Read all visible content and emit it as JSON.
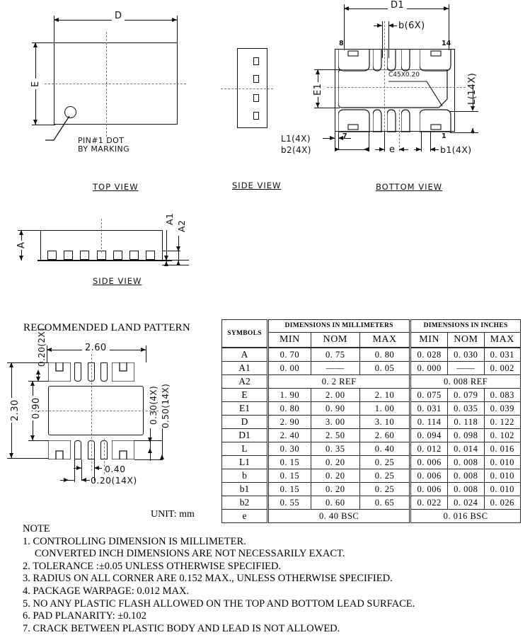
{
  "views": {
    "top_view": {
      "caption": "TOP  VIEW",
      "dim_width": "D",
      "dim_height": "E",
      "callout_line1": "PIN#1 DOT",
      "callout_line2": "BY MARKING"
    },
    "side_view_right": {
      "caption": "SIDE  VIEW"
    },
    "bottom_view": {
      "caption": "BOTTOM  VIEW",
      "dim_d1": "D1",
      "dim_e1": "E1",
      "dim_b6x": "b(6X)",
      "dim_l14x": "L(14X)",
      "dim_l1_4x": "L1(4X)",
      "dim_b2_4x": "b2(4X)",
      "dim_b1_4x": "b1(4X)",
      "dim_e": "e",
      "chamfer_note": "C45X0.20",
      "pin_8": "8",
      "pin_14": "14",
      "pin_7": "7",
      "pin_1": "1"
    },
    "side_view_bottom": {
      "caption": "SIDE  VIEW",
      "dim_a": "A",
      "dim_a1": "A1",
      "dim_a2": "A2"
    },
    "land_pattern": {
      "title": "RECOMMENDED LAND PATTERN",
      "dim_width": "2.60",
      "dim_height": "2.30",
      "dim_inner_height": "0.90",
      "dim_top_gap": "0.20(2X)",
      "dim_pitch": "0.40",
      "dim_pad_width": "0.20(14X)",
      "dim_pad_len_4x": "0.30(4X)",
      "dim_pad_len_14x": "0.50(14X)"
    }
  },
  "unit_label": "UNIT: mm",
  "table": {
    "symbols_header": "SYMBOLS",
    "group_headers": [
      "DIMENSIONS IN MILLIMETERS",
      "DIMENSIONS IN INCHES"
    ],
    "sub_headers": [
      "MIN",
      "NOM",
      "MAX"
    ],
    "rows": [
      {
        "symbol": "A",
        "mm": [
          "0. 70",
          "0. 75",
          "0. 80"
        ],
        "in": [
          "0. 028",
          "0. 030",
          "0. 031"
        ]
      },
      {
        "symbol": "A1",
        "mm": [
          "0. 00",
          "——",
          "0. 05"
        ],
        "in": [
          "0. 000",
          "——",
          "0. 002"
        ]
      },
      {
        "symbol": "A2",
        "mm_span": "0. 2  REF",
        "in_span": "0. 008  REF"
      },
      {
        "symbol": "E",
        "mm": [
          "1. 90",
          "2. 00",
          "2. 10"
        ],
        "in": [
          "0. 075",
          "0. 079",
          "0. 083"
        ]
      },
      {
        "symbol": "E1",
        "mm": [
          "0. 80",
          "0. 90",
          "1. 00"
        ],
        "in": [
          "0. 031",
          "0. 035",
          "0. 039"
        ]
      },
      {
        "symbol": "D",
        "mm": [
          "2. 90",
          "3. 00",
          "3. 10"
        ],
        "in": [
          "0. 114",
          "0. 118",
          "0. 122"
        ]
      },
      {
        "symbol": "D1",
        "mm": [
          "2. 40",
          "2. 50",
          "2. 60"
        ],
        "in": [
          "0. 094",
          "0. 098",
          "0. 102"
        ]
      },
      {
        "symbol": "L",
        "mm": [
          "0. 30",
          "0. 35",
          "0. 40"
        ],
        "in": [
          "0. 012",
          "0. 014",
          "0. 016"
        ]
      },
      {
        "symbol": "L1",
        "mm": [
          "0. 15",
          "0. 20",
          "0. 25"
        ],
        "in": [
          "0. 006",
          "0. 008",
          "0. 010"
        ]
      },
      {
        "symbol": "b",
        "mm": [
          "0. 15",
          "0. 20",
          "0. 25"
        ],
        "in": [
          "0. 006",
          "0. 008",
          "0. 010"
        ]
      },
      {
        "symbol": "b1",
        "mm": [
          "0. 15",
          "0. 20",
          "0. 25"
        ],
        "in": [
          "0. 006",
          "0. 008",
          "0. 010"
        ]
      },
      {
        "symbol": "b2",
        "mm": [
          "0. 55",
          "0. 60",
          "0. 65"
        ],
        "in": [
          "0. 022",
          "0. 024",
          "0. 026"
        ]
      },
      {
        "symbol": "e",
        "mm_span": "0. 40  BSC",
        "in_span": "0. 016  BSC"
      }
    ]
  },
  "notes": {
    "heading": "NOTE",
    "items": [
      "1. CONTROLLING DIMENSION IS MILLIMETER.",
      "CONVERTED INCH DIMENSIONS ARE NOT NECESSARILY EXACT.",
      "2. TOLERANCE :±0.05 UNLESS OTHERWISE SPECIFIED.",
      "3. RADIUS ON ALL CORNER ARE 0.152 MAX., UNLESS OTHERWISE SPECIFIED.",
      "4. PACKAGE WARPAGE: 0.012 MAX.",
      "5. NO ANY PLASTIC FLASH ALLOWED ON THE TOP AND BOTTOM LEAD SURFACE.",
      "6. PAD PLANARITY: ±0.102",
      "7. CRACK BETWEEN PLASTIC BODY AND LEAD IS NOT ALLOWED."
    ]
  },
  "colors": {
    "line": "#111111",
    "centerline": "#777777",
    "text": "#000000"
  }
}
